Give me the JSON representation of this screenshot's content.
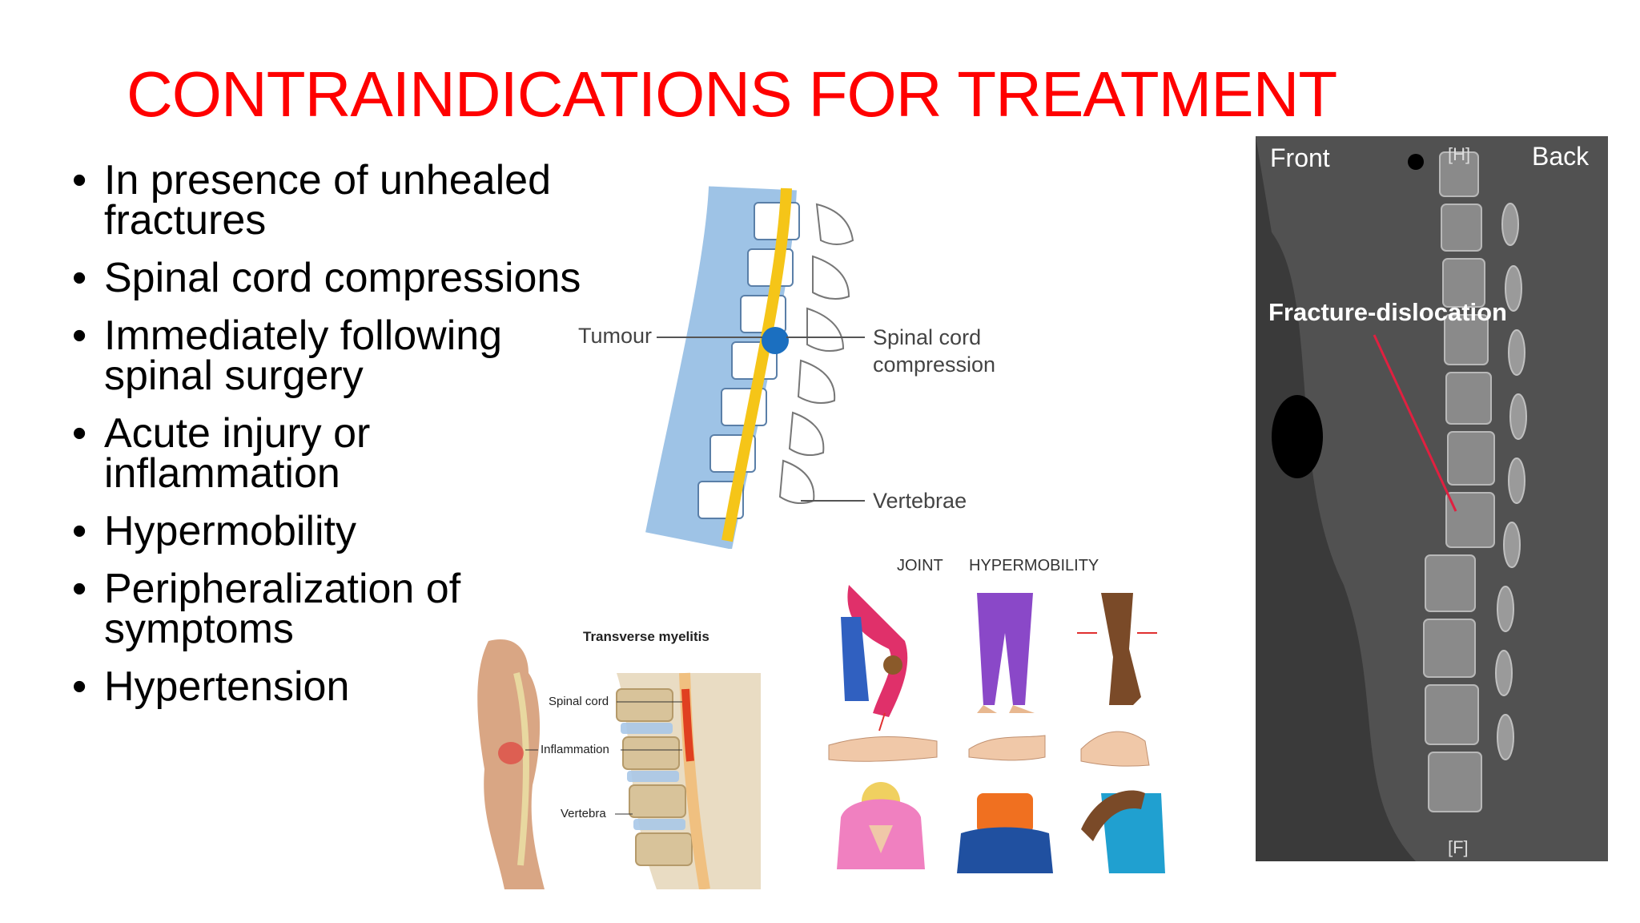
{
  "slide": {
    "title": "CONTRAINDICATIONS FOR TREATMENT",
    "bullets": [
      "In presence of unhealed fractures",
      "Spinal cord compressions",
      "Immediately following spinal surgery",
      "Acute injury or inflammation",
      "Hypermobility",
      "Peripheralization of symptoms",
      "Hypertension"
    ]
  },
  "figures": {
    "spine_compression": {
      "tumour_label": "Tumour",
      "compression_label_line1": "Spinal cord",
      "compression_label_line2": "compression",
      "vertebrae_label": "Vertebrae"
    },
    "ct_scan": {
      "front_label": "Front",
      "back_label": "Back",
      "top_marker": "[H]",
      "bottom_marker": "[F]",
      "annotation": "Fracture-dislocation"
    },
    "myelitis": {
      "title": "Transverse myelitis",
      "spinal_cord_label": "Spinal cord",
      "inflammation_label": "Inflammation",
      "vertebra_label": "Vertebra"
    },
    "hypermobility": {
      "title_left": "JOINT",
      "title_right": "HYPERMOBILITY"
    }
  },
  "colors": {
    "title": "#ff0000",
    "cord": "#f5c518",
    "tumour": "#1b6fc0",
    "annotation_line": "#e02040"
  }
}
